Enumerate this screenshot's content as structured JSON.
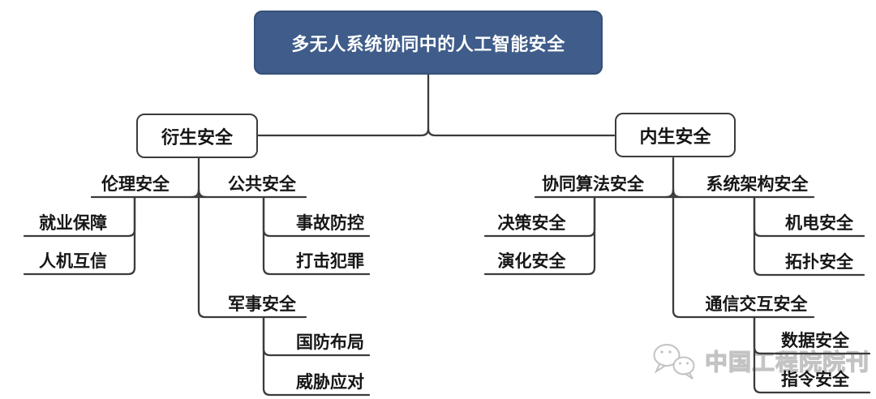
{
  "root": {
    "label": "多无人系统协同中的人工智能安全"
  },
  "branches": [
    {
      "label": "衍生安全",
      "children": [
        {
          "label": "伦理安全",
          "children": [
            "就业保障",
            "人机互信"
          ]
        },
        {
          "label": "公共安全",
          "children": [
            "事故防控",
            "打击犯罪"
          ]
        },
        {
          "label": "军事安全",
          "children": [
            "国防布局",
            "威胁应对"
          ]
        }
      ]
    },
    {
      "label": "内生安全",
      "children": [
        {
          "label": "协同算法安全",
          "children": [
            "决策安全",
            "演化安全"
          ]
        },
        {
          "label": "系统架构安全",
          "children": [
            "机电安全",
            "拓扑安全"
          ]
        },
        {
          "label": "通信交互安全",
          "children": [
            "数据安全",
            "指令安全"
          ]
        }
      ]
    }
  ],
  "watermark": {
    "label": "中国工程院院刊",
    "icon": "wechat-icon"
  },
  "colors": {
    "root_fill": "#3f5c8a",
    "root_text": "#ffffff",
    "line": "#3b3b3b",
    "box_border": "#3b3b3b",
    "watermark": "#c3c3c3"
  }
}
